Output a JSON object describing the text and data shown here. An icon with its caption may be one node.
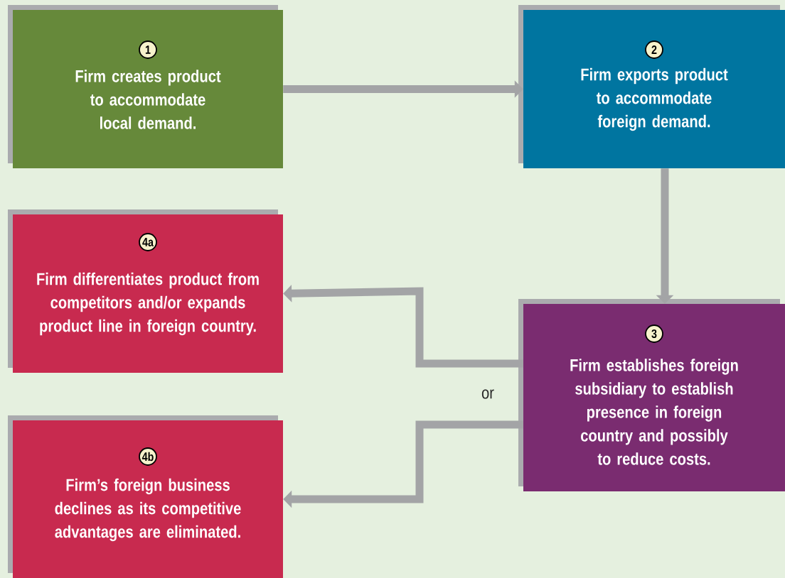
{
  "diagram": {
    "nodes": [
      {
        "text": [
          "1",
          "Firm creates product to accommodate local demand."
        ]
      },
      {
        "text": [
          "2",
          "Firm exports product to accommodate foreign demand."
        ]
      },
      {
        "text": [
          "3",
          "Firm establishes foreign subsidiary to establish presence in foreign country and possibly to reduce costs."
        ]
      },
      {
        "text": [
          "4a",
          "Firm differentiates product from competitors and/or expands product line in foreign country."
        ]
      },
      {
        "text": [
          "4b",
          "Firm’s foreign business declines as its competitive advantages are eliminated."
        ]
      }
    ],
    "edges": [
      {
        "from": 0,
        "to": 1,
        "arrow": "to"
      },
      {
        "from": 1,
        "to": 2,
        "arrow": "to"
      },
      {
        "from": 2,
        "to": 3,
        "arrow": "to"
      },
      {
        "from": 2,
        "to": 4,
        "arrow": "to"
      }
    ],
    "labels": [
      "or"
    ]
  }
}
